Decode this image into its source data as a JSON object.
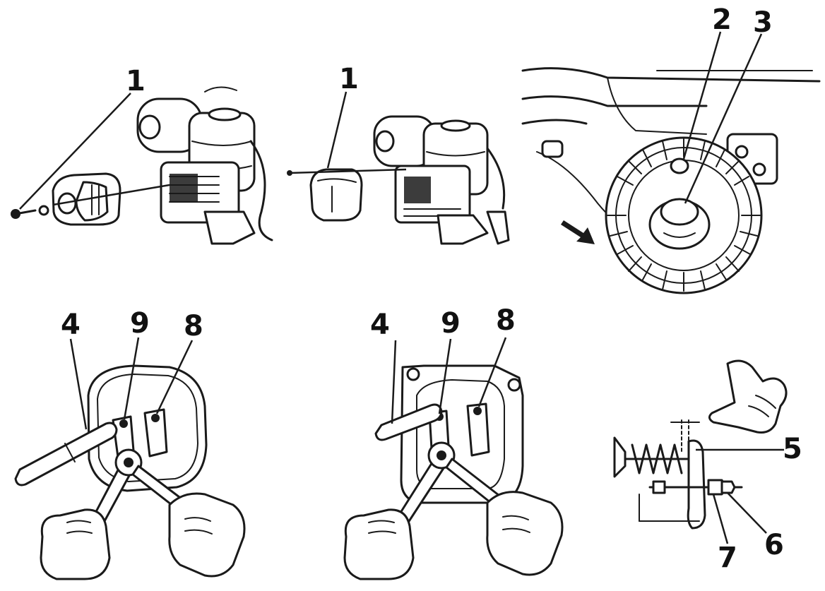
{
  "callouts": {
    "c1a": "1",
    "c1b": "1",
    "c2": "2",
    "c3": "3",
    "c4a": "4",
    "c9a": "9",
    "c8a": "8",
    "c4b": "4",
    "c9b": "9",
    "c8b": "8",
    "c5": "5",
    "c6": "6",
    "c7": "7"
  },
  "colors": {
    "ink": "#1a1a1a",
    "paper": "#ffffff"
  },
  "panels": [
    "engine-cover-removal-left",
    "engine-cover-removal-center",
    "recoil-starter-pulley",
    "valve-adjust-left",
    "valve-adjust-center",
    "valve-clearance-detail"
  ]
}
